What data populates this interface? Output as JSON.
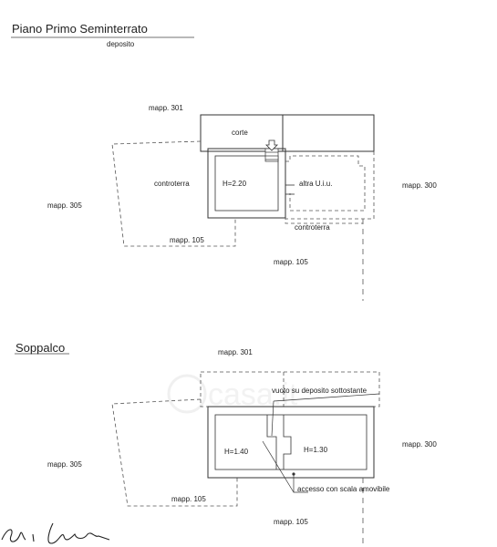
{
  "sections": {
    "ground": {
      "title": "Piano Primo Seminterrato",
      "subtitle": "deposito",
      "labels": {
        "north_parcel": "mapp. 301",
        "court": "corte",
        "counterearth_left": "controterra",
        "height": "H=2.20",
        "other_unit": "altra U.i.u.",
        "east_parcel": "mapp. 300",
        "west_parcel": "mapp. 305",
        "south_parcel_inner": "mapp. 105",
        "counterearth_bottom": "controterra",
        "south_parcel_outer": "mapp. 105"
      }
    },
    "mezzanine": {
      "title": "Soppalco",
      "labels": {
        "north_parcel": "mapp. 301",
        "void_note": "vuoto su deposito sottostante",
        "east_parcel": "mapp. 300",
        "height_left": "H=1.40",
        "height_right": "H=1.30",
        "west_parcel": "mapp. 305",
        "south_parcel_inner": "mapp. 105",
        "access_note": "accesso con scala amovibile",
        "south_parcel_outer": "mapp. 105"
      }
    }
  },
  "watermark": {
    "text": "casa.it",
    "color": "#e6e6e6"
  },
  "signature": {
    "text": "Chi Laura"
  },
  "colors": {
    "line": "#333333",
    "dash": "#555555"
  }
}
